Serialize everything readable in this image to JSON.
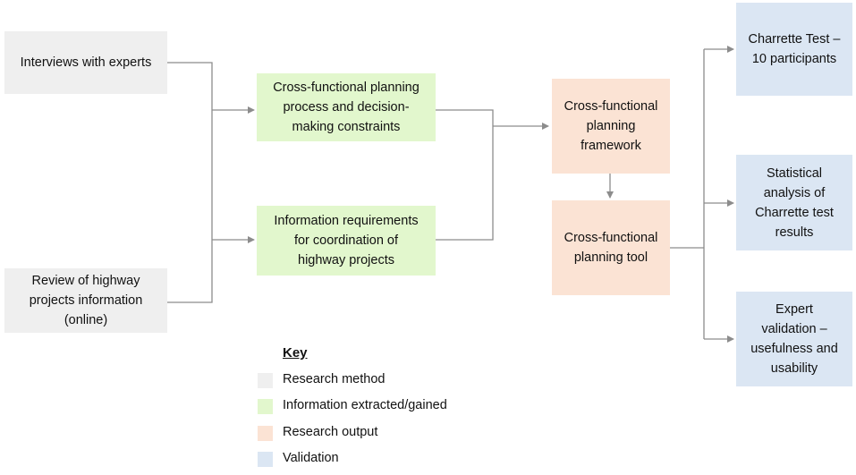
{
  "nodes": {
    "interviews": "Interviews with experts",
    "review": [
      "Review of highway",
      "projects information",
      "(online)"
    ],
    "cross_process": [
      "Cross-functional planning",
      "process and decision-",
      "making constraints"
    ],
    "info_req": [
      "Information requirements",
      "for coordination of",
      "highway projects"
    ],
    "framework": [
      "Cross-functional",
      "planning",
      "framework"
    ],
    "tool": [
      "Cross-functional",
      "planning tool"
    ],
    "charrette": [
      "Charrette Test –",
      "10 participants"
    ],
    "statistical": [
      "Statistical",
      "analysis of",
      "Charrette test",
      "results"
    ],
    "expert": [
      "Expert",
      "validation –",
      "usefulness and",
      "usability"
    ]
  },
  "key": {
    "title": "Key",
    "items": [
      {
        "label": "Research method",
        "color": "#efefef"
      },
      {
        "label": "Information extracted/gained",
        "color": "#e2f7cd"
      },
      {
        "label": "Research output",
        "color": "#fbe3d4"
      },
      {
        "label": "Validation",
        "color": "#dbe6f3"
      }
    ]
  },
  "colors": {
    "connector": "#8c8c8c"
  }
}
